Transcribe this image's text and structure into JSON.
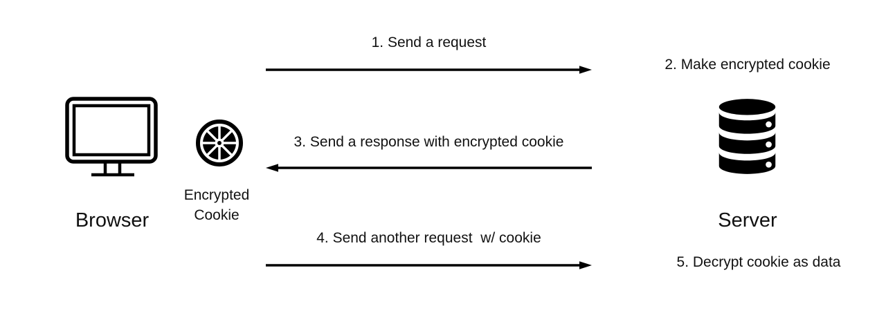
{
  "diagram": {
    "title_implicit": "Encrypted cookie flow between browser and server",
    "colors": {
      "ink": "#111111",
      "background": "#ffffff"
    },
    "actors": {
      "browser": {
        "label": "Browser",
        "icon": "monitor-icon"
      },
      "cookie": {
        "label_line1": "Encrypted",
        "label_line2": "Cookie",
        "icon": "wheel-icon"
      },
      "server": {
        "label": "Server",
        "icon": "database-icon"
      }
    },
    "steps": [
      {
        "label": "1. Send a request",
        "arrow": "right"
      },
      {
        "label": "2. Make encrypted cookie",
        "arrow": "none"
      },
      {
        "label": "3. Send a response with encrypted cookie",
        "arrow": "left"
      },
      {
        "label": "4. Send another request  w/ cookie",
        "arrow": "right"
      },
      {
        "label": "5. Decrypt cookie as data",
        "arrow": "none"
      }
    ]
  }
}
